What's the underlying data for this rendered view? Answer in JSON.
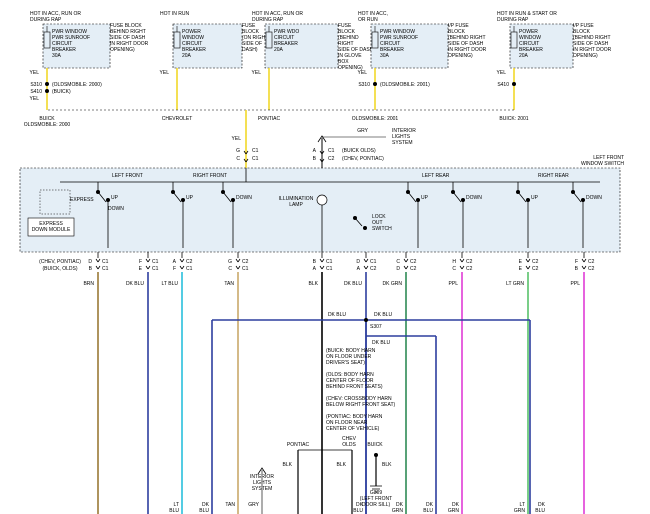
{
  "sources": [
    {
      "id": "s1",
      "header": [
        "HOT IN ACC, RUN OR",
        "DURING RAP"
      ],
      "fuse": [
        "PWR WINDOW",
        "PWR SUNROOF",
        "CIRCUIT",
        "BREAKER",
        "30A"
      ],
      "fuse_loc": [
        "FUSE BLOCK",
        "BEHIND RIGHT",
        "SIDE OF DASH",
        "IN RIGHT DOOR",
        "OPENING)"
      ],
      "wire": "YEL",
      "splice_a": "S310",
      "splice_a_note": "(OLDSMOBILE: 2000)",
      "splice_b": "S410",
      "splice_b_note": "(BUICK)",
      "wire2": "YEL",
      "caption": [
        "BUICK",
        "OLDSMOBILE: 2000"
      ]
    },
    {
      "id": "s2",
      "header": [
        "HOT IN RUN"
      ],
      "fuse": [
        "POWER",
        "WINDOW",
        "CIRCUIT",
        "BREAKER",
        "20A"
      ],
      "fuse_loc": [
        "FUSE",
        "BLOCK",
        "(ON RIGHT",
        "SIDE OF",
        "DASH)"
      ],
      "wire": "YEL",
      "caption": [
        "CHEVROLET"
      ]
    },
    {
      "id": "s3",
      "header": [
        "HOT IN ACC, RUN OR",
        "DURING RAP"
      ],
      "fuse": [
        "PWR WDO",
        "CIRCUIT",
        "BREAKER",
        "20A"
      ],
      "fuse_loc": [
        "FUSE",
        "BLOCK",
        "(BEHIND",
        "RIGHT",
        "SIDE OF DASH",
        "IN GLOVE",
        "BOX",
        "OPENING)"
      ],
      "wire": "YEL",
      "caption": [
        "PONTIAC"
      ]
    },
    {
      "id": "s4",
      "header": [
        "HOT IN ACC,",
        "OR RUN"
      ],
      "fuse": [
        "PWR WINDOW",
        "PWR SUNROOF",
        "CIRCUIT",
        "BREAKER",
        "30A"
      ],
      "fuse_loc": [
        "I/P FUSE",
        "BLOCK",
        "(BEHIND RIGHT",
        "SIDE OF DASH",
        "IN RIGHT DOOR",
        "OPENING)"
      ],
      "wire": "YEL",
      "splice_a": "S310",
      "splice_a_note": "(OLDSMOBILE: 2001)",
      "caption": [
        "OLDSMOBILE: 2001"
      ]
    },
    {
      "id": "s5",
      "header": [
        "HOT IN RUN & START OR",
        "DURING RAP"
      ],
      "fuse": [
        "POWER",
        "WINDOW",
        "CIRCUIT",
        "BREAKER",
        "20A"
      ],
      "fuse_loc": [
        "I/P FUSE",
        "BLOCK",
        "(BEHIND RIGHT",
        "SIDE OF DASH",
        "IN RIGHT DOOR",
        "OPENING)"
      ],
      "wire": "YEL",
      "splice_a": "S410",
      "caption": [
        "BUICK: 2001"
      ]
    }
  ],
  "top_connectors": {
    "left": {
      "wire": "YEL",
      "pins": [
        {
          "pin": "G",
          "conn": "C1"
        },
        {
          "pin": "C",
          "conn": "C1"
        }
      ]
    },
    "right": {
      "wire": "GRY",
      "dest": [
        "INTERIOR",
        "LIGHTS",
        "SYSTEM"
      ],
      "pins": [
        {
          "pin": "A",
          "conn": "C1",
          "note": "(BUICK OLDS)"
        },
        {
          "pin": "B",
          "conn": "C2",
          "note": "(CHEV, PONTIAC)"
        }
      ]
    }
  },
  "switch": {
    "title": [
      "LEFT FRONT",
      "WINDOW SWITCH"
    ],
    "left_front": "LEFT FRONT",
    "right_front": "RIGHT FRONT",
    "left_rear": "LEFT REAR",
    "right_rear": "RIGHT REAR",
    "up": "UP",
    "down": "DOWN",
    "express": "EXPRESS",
    "module": [
      "EXPRESS",
      "DOWN MODULE"
    ],
    "lamp": [
      "ILLUMINATION",
      "LAMP"
    ],
    "lockout": [
      "LOCK",
      "OUT",
      "SWITCH"
    ]
  },
  "row_notes": [
    "(CHEV, PONTIAC)",
    "(BUICK, OLDS)"
  ],
  "pins": [
    {
      "top": "D",
      "bot": "B",
      "c1": "C1",
      "c2": "C1",
      "wire": "BRN"
    },
    {
      "top": "F",
      "bot": "E",
      "c1": "C1",
      "c2": "C1",
      "wire": "DK BLU"
    },
    {
      "top": "A",
      "bot": "F",
      "c1": "C2",
      "c2": "C1",
      "wire": "LT BLU"
    },
    {
      "top": "G",
      "bot": "C",
      "c1": "C2",
      "c2": "C1",
      "wire": "TAN"
    },
    {
      "top": "B",
      "bot": "A",
      "c1": "C1",
      "c2": "C1",
      "wire": "BLK"
    },
    {
      "top": "D",
      "bot": "A",
      "c1": "C1",
      "c2": "C2",
      "wire": "DK BLU"
    },
    {
      "top": "C",
      "bot": "D",
      "c1": "C2",
      "c2": "C2",
      "wire": "DK GRN"
    },
    {
      "top": "H",
      "bot": "C",
      "c1": "C2",
      "c2": "C2",
      "wire": "PPL"
    },
    {
      "top": "E",
      "bot": "E",
      "c1": "C2",
      "c2": "C2",
      "wire": "LT GRN"
    },
    {
      "top": "F",
      "bot": "B",
      "c1": "C2",
      "c2": "C2",
      "wire": "PPL"
    }
  ],
  "splice": {
    "dkblu_left": "DK BLU",
    "dkblu_right": "DK BLU",
    "name": "S307",
    "dkblu_down": "DK BLU",
    "notes": [
      "(BUICK: BODY HARN",
      "ON FLOOR UNDER",
      "DRIVER'S SEAT)",
      "",
      "(OLDS: BODY HARN",
      "CENTER OF FLOOR",
      "BEHIND FRONT SEATS)",
      "",
      "(CHEV: CROSSBODY HARN",
      "BELOW RIGHT FRONT SEAT)",
      "",
      "(PONTIAC: BODY HARN",
      "ON FLOOR NEAR",
      "CENTER OF VEHICLE)"
    ]
  },
  "ground": {
    "pontiac": "PONTIAC",
    "chev_olds": [
      "CHEV",
      "OLDS"
    ],
    "buick": "BUICK",
    "blk": "BLK",
    "name": "G309",
    "loc": [
      "(LEFT FRONT",
      "DOOR SILL)"
    ]
  },
  "interior": {
    "label": [
      "INTERIOR",
      "LIGHTS",
      "SYSTEM"
    ],
    "wire": "GRY"
  },
  "bottom_wires": [
    "LT BLU",
    "DK BLU",
    "TAN",
    "GRY",
    "DK BLU",
    "DK GRN",
    "DK BLU",
    "DK GRN",
    "LT GRN",
    "DK BLU"
  ],
  "colors": {
    "yel": "#f2d82a",
    "brn": "#9a7a36",
    "dkblu": "#2d3e9e",
    "ltblu": "#29bfdc",
    "tan": "#c9a86a",
    "gry": "#8a8a8a",
    "dkgrn": "#2e8a55",
    "ppl": "#e03cd6",
    "ltgrn": "#58c26a",
    "blk": "#000000"
  }
}
